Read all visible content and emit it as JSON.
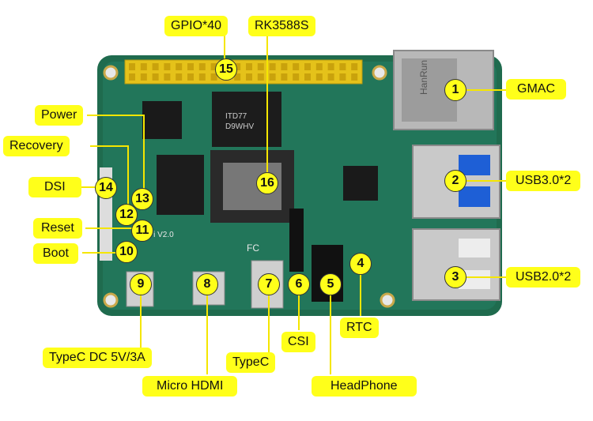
{
  "labels": {
    "gpio": "GPIO*40",
    "soc": "RK3588S",
    "gmac": "GMAC",
    "usb3": "USB3.0*2",
    "usb2": "USB2.0*2",
    "power": "Power",
    "recovery": "Recovery",
    "dsi": "DSI",
    "reset": "Reset",
    "boot": "Boot",
    "typec_dc": "TypeC DC 5V/3A",
    "micro_hdmi": "Micro HDMI",
    "typec": "TypeC",
    "csi": "CSI",
    "headphone": "HeadPhone",
    "rtc": "RTC"
  },
  "markers": {
    "n1": "1",
    "n2": "2",
    "n3": "3",
    "n4": "4",
    "n5": "5",
    "n6": "6",
    "n7": "7",
    "n8": "8",
    "n9": "9",
    "n10": "10",
    "n11": "11",
    "n12": "12",
    "n13": "13",
    "n14": "14",
    "n15": "15",
    "n16": "16"
  },
  "board": {
    "chip_text_1": "ITD77",
    "chip_text_2": "D9WHV",
    "silk_text": "PicoPi V2.0",
    "eth_brand": "HanRun",
    "fc_mark": "FC"
  },
  "colors": {
    "accent": "#ffff1a",
    "pcb": "#1f6b4e",
    "leader": "#f5e600"
  }
}
